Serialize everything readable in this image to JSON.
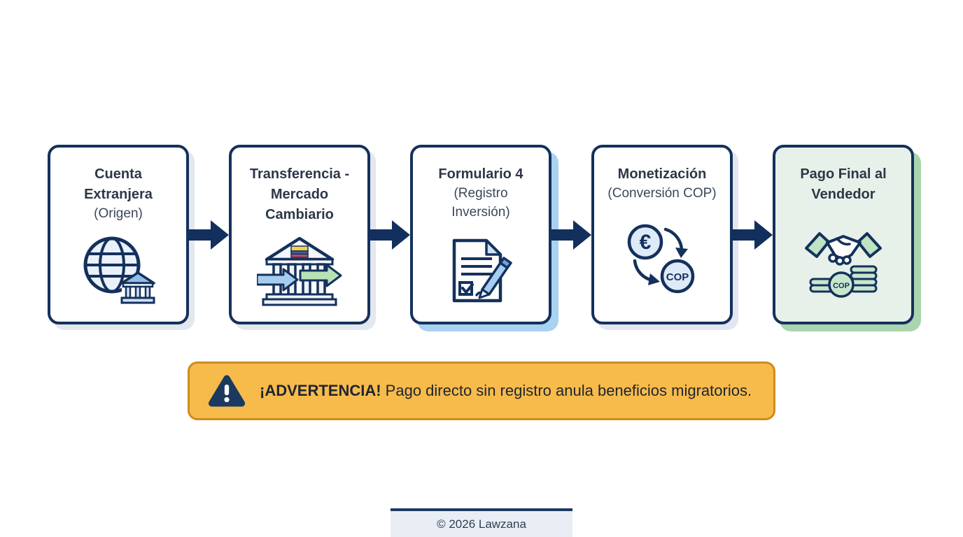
{
  "flow": {
    "steps": [
      {
        "title": "Cuenta Extranjera",
        "subtitle": "(Origen)",
        "icon": "globe-bank-icon",
        "variant": "default"
      },
      {
        "title": "Transferencia - Mercado Cambiario",
        "subtitle": "",
        "icon": "bank-transfer-icon",
        "variant": "default"
      },
      {
        "title": "Formulario 4",
        "subtitle": "(Registro Inversión)",
        "icon": "document-pen-icon",
        "variant": "highlight-blue"
      },
      {
        "title": "Monetización",
        "subtitle": "(Conversión COP)",
        "icon": "currency-swap-icon",
        "variant": "default"
      },
      {
        "title": "Pago Final al Vendedor",
        "subtitle": "",
        "icon": "handshake-coins-icon",
        "variant": "success-green"
      }
    ]
  },
  "icons": {
    "euro_symbol": "€",
    "cop_label_swap": "COP",
    "cop_label_coin": "COP"
  },
  "warning": {
    "label": "¡ADVERTENCIA!",
    "message": " Pago directo sin registro anula beneficios migratorios.",
    "icon": "warning-triangle-icon"
  },
  "footer": {
    "copyright": "© 2026 Lawzana"
  },
  "colors": {
    "border_navy": "#14315c",
    "arrow_navy": "#122f5e",
    "title_text": "#2d3748",
    "warning_bg": "#f7bb4b",
    "warning_border": "#cb8e1d",
    "warning_text": "#1e2530",
    "highlight_blue_shadow": "#a8d2f0",
    "success_green_bg": "#e7f1e9",
    "success_green_shadow": "#a9d4ae",
    "footer_bg": "#e9eef5",
    "icon_light_blue": "#a5cdf0",
    "icon_light_green": "#b9e2b4",
    "flag_yellow": "#f1d34b",
    "flag_blue": "#3f5fa9",
    "flag_red": "#cf4a55"
  }
}
